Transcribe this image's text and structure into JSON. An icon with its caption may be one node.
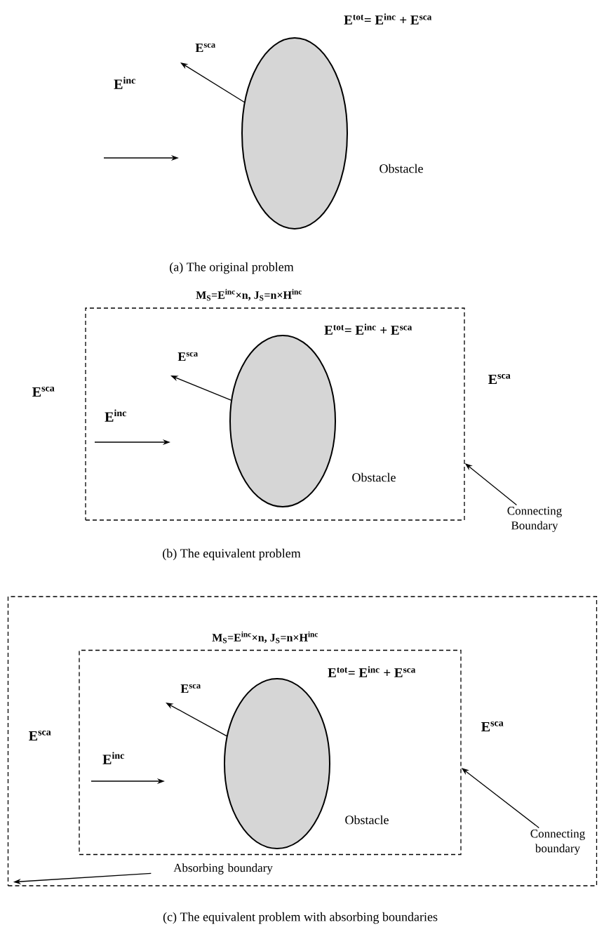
{
  "diagram": {
    "nodes": [
      {
        "text": [],
        "shape": "ellipse",
        "beside": [
          "E$^{tot}$= E$^{inc}$ + E$^{sca}$",
          "Obstacle"
        ]
      },
      {
        "text": [
          "M$_{S}$=E$^{inc}$×n, J$_{S}$=n×H$^{inc}$"
        ]
      },
      {
        "text": [],
        "shape": "ellipse",
        "in": 1,
        "beside": [
          "E$^{tot}$= E$^{inc}$ + E$^{sca}$",
          "Obstacle"
        ]
      },
      {
        "text": [
          "Connecting Boundary"
        ]
      },
      {
        "text": [],
        "shape": "box"
      },
      {
        "text": [
          "M$_{S}$=E$^{inc}$×n, J$_{S}$=n×H$^{inc}$"
        ],
        "in": 4
      },
      {
        "text": [],
        "shape": "ellipse",
        "in": 5,
        "beside": [
          "E$^{tot}$= E$^{inc}$ + E$^{sca}$",
          "Obstacle"
        ]
      },
      {
        "text": [
          "Connecting boundary"
        ],
        "in": 4
      },
      {
        "text": [
          "Absorbing boundary"
        ],
        "in": 4
      }
    ],
    "edges": [
      {
        "from": 0,
        "to": null,
        "arrow": "to",
        "label": "E$^{sca}$"
      },
      {
        "from": 2,
        "to": null,
        "arrow": "to",
        "label": "E$^{sca}$"
      },
      {
        "from": 3,
        "to": 1,
        "arrow": "to"
      },
      {
        "from": 6,
        "to": null,
        "arrow": "to",
        "label": "E$^{sca}$"
      },
      {
        "from": 7,
        "to": 5,
        "arrow": "to"
      },
      {
        "from": 8,
        "to": 4,
        "arrow": "to"
      }
    ],
    "labels": [
      "E$^{inc}$",
      "(a) The original problem",
      "E$^{sca}$",
      "E$^{inc}$",
      "E$^{sca}$",
      "(b) The equivalent problem",
      "E$^{sca}$",
      "E$^{inc}$",
      "E$^{sca}$",
      "(c) The equivalent problem with absorbing boundaries"
    ]
  }
}
